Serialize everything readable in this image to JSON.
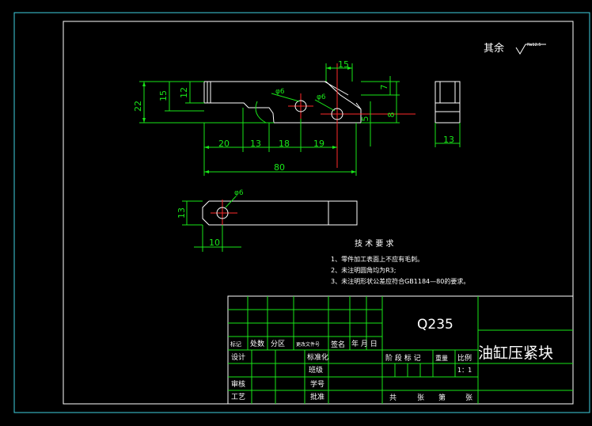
{
  "colors": {
    "background": "#000000",
    "border": "#3fd0e0",
    "frame": "#ffffff",
    "dimension": "#19e619",
    "center": "#ff2a2a",
    "text": "#ffffff",
    "note": "#7aa7ff"
  },
  "roughness": {
    "prefix": "其余",
    "value": "Ra12.5"
  },
  "dims": {
    "d15_top": "15",
    "d22": "22",
    "d15_left": "15",
    "d12": "12",
    "d7": "7",
    "d8": "8",
    "d5": "5",
    "d20": "20",
    "d13_mid": "13",
    "d18": "18",
    "d19": "19",
    "d80": "80",
    "d13_side": "13",
    "d13_bottom": "13",
    "d10": "10",
    "hole1": "φ6",
    "hole2": "φ6",
    "hole3": "φ6"
  },
  "tech": {
    "title": "技 术 要 求",
    "line1": "1、零件加工表面上不应有毛刺。",
    "line2": "2、未注明圆角均为R3;",
    "line3": "3、未注明形状公差应符合GB1184—80的要求。"
  },
  "title_block": {
    "material": "Q235",
    "part_name": "油缸压紧块",
    "mark": "标记",
    "count": "处数",
    "zone": "分区",
    "doc_no": "更改文件号",
    "sign": "签名",
    "date": "年 月 日",
    "design": "设计",
    "standardize": "标准化",
    "review": "审核",
    "process": "工艺",
    "approve": "批准",
    "stage_mark": "阶 段 标 记",
    "weight": "重量",
    "ratio": "比例",
    "ratio_value": "1：1",
    "total": "共",
    "sheet": "张",
    "page": "第",
    "sheet2": "张",
    "class": "班级",
    "student_no": "学号"
  }
}
